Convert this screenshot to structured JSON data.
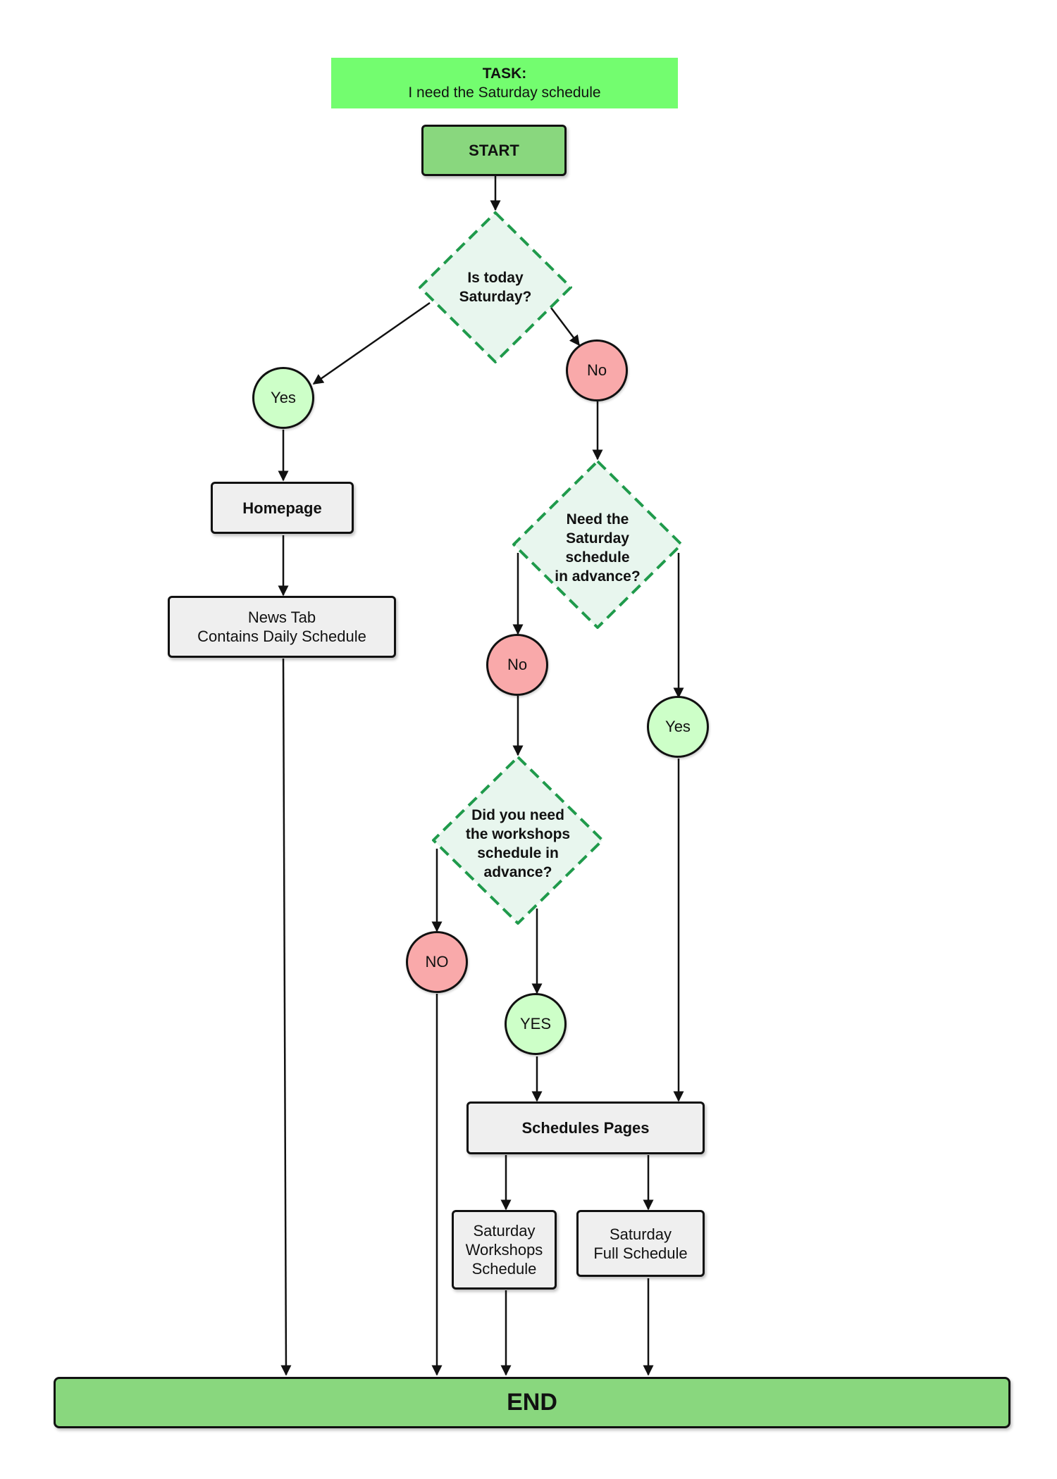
{
  "task": {
    "heading": "TASK:",
    "text": "I need the Saturday schedule"
  },
  "start": "START",
  "decisions": {
    "saturday": [
      "Is today",
      "Saturday?"
    ],
    "advance": [
      "Need the",
      "Saturday",
      "schedule",
      "in advance?"
    ],
    "workshops": [
      "Did you need",
      "the workshops",
      "schedule in",
      "advance?"
    ]
  },
  "answers": {
    "yes1": "Yes",
    "no1": "No",
    "no2": "No",
    "yes2": "Yes",
    "no3": "NO",
    "yes3": "YES"
  },
  "steps": {
    "homepage": "Homepage",
    "news_tab": [
      "News Tab",
      "Contains Daily Schedule"
    ],
    "schedules_pages": "Schedules Pages",
    "workshops_schedule": [
      "Saturday",
      "Workshops",
      "Schedule"
    ],
    "full_schedule": [
      "Saturday",
      "Full Schedule"
    ]
  },
  "end": "END",
  "colors": {
    "task": "#73fd6f",
    "start_end": "#89d77e",
    "decision_fill": "#e8f6ee",
    "decision_border": "#1f9a4b",
    "yes": "#cdffc8",
    "no": "#f9a9aa",
    "step": "#efefef"
  }
}
